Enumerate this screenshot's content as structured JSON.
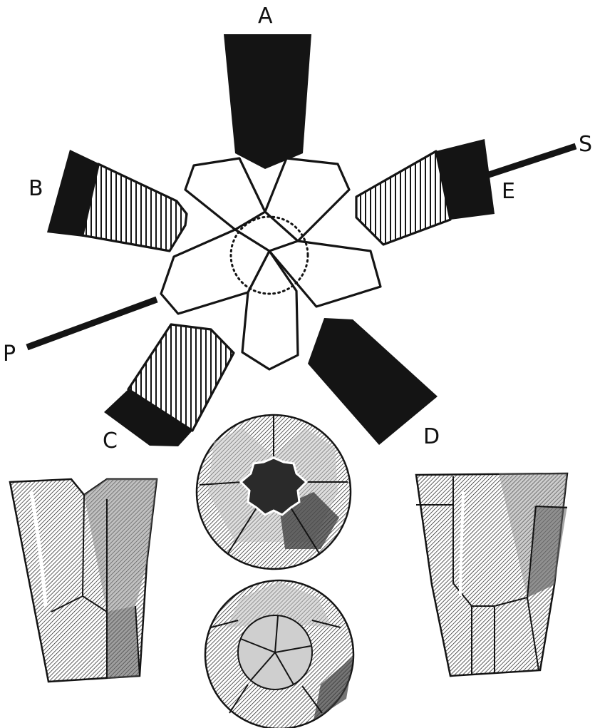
{
  "labels": {
    "a": "A",
    "b": "B",
    "c": "C",
    "d": "D",
    "e": "E",
    "p": "P",
    "s": "S"
  },
  "colors": {
    "ink": "#141414",
    "paper": "#ffffff",
    "shade_dark": "#5e5e5e",
    "shade_mid": "#8d8d8d",
    "shade_light": "#bdbdbd"
  }
}
